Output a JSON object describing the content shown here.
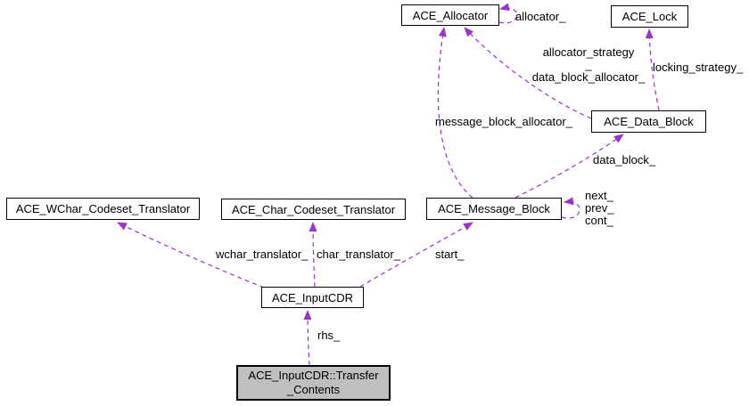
{
  "diagram": {
    "kind": "collaboration-graph",
    "edge_color": "#9a32cd",
    "node_border_color": "#000000",
    "node_fill": "#ffffff",
    "focus_node_fill": "#bfbfbf",
    "background": "#ffffff"
  },
  "nodes": [
    {
      "id": "ace-allocator",
      "label": "ACE_Allocator"
    },
    {
      "id": "ace-lock",
      "label": "ACE_Lock"
    },
    {
      "id": "ace-data-block",
      "label": "ACE_Data_Block"
    },
    {
      "id": "ace-wchar-codeset-translator",
      "label": "ACE_WChar_Codeset_Translator"
    },
    {
      "id": "ace-char-codeset-translator",
      "label": "ACE_Char_Codeset_Translator"
    },
    {
      "id": "ace-message-block",
      "label": "ACE_Message_Block"
    },
    {
      "id": "ace-inputcdr",
      "label": "ACE_InputCDR"
    },
    {
      "id": "ace-inputcdr-transfer-contents",
      "label": "ACE_InputCDR::Transfer_Contents",
      "lines": [
        "ACE_InputCDR::Transfer",
        "_Contents"
      ],
      "focus": true
    }
  ],
  "edges": [
    {
      "from": "ACE_Allocator",
      "to": "ACE_Allocator",
      "label": "allocator_"
    },
    {
      "from": "ACE_Data_Block",
      "to": "ACE_Lock",
      "label": "locking_strategy_"
    },
    {
      "from": "ACE_Data_Block",
      "to": "ACE_Allocator",
      "lines": [
        "allocator_strategy",
        "_",
        "data_block_allocator_"
      ]
    },
    {
      "from": "ACE_Message_Block",
      "to": "ACE_Allocator",
      "label": "message_block_allocator_"
    },
    {
      "from": "ACE_Message_Block",
      "to": "ACE_Data_Block",
      "label": "data_block_"
    },
    {
      "from": "ACE_Message_Block",
      "to": "ACE_Message_Block",
      "lines": [
        "next_",
        "prev_",
        "cont_"
      ]
    },
    {
      "from": "ACE_InputCDR",
      "to": "ACE_WChar_Codeset_Translator",
      "label": "wchar_translator_"
    },
    {
      "from": "ACE_InputCDR",
      "to": "ACE_Char_Codeset_Translator",
      "label": "char_translator_"
    },
    {
      "from": "ACE_InputCDR",
      "to": "ACE_Message_Block",
      "label": "start_"
    },
    {
      "from": "ACE_InputCDR::Transfer_Contents",
      "to": "ACE_InputCDR",
      "label": "rhs_"
    }
  ]
}
